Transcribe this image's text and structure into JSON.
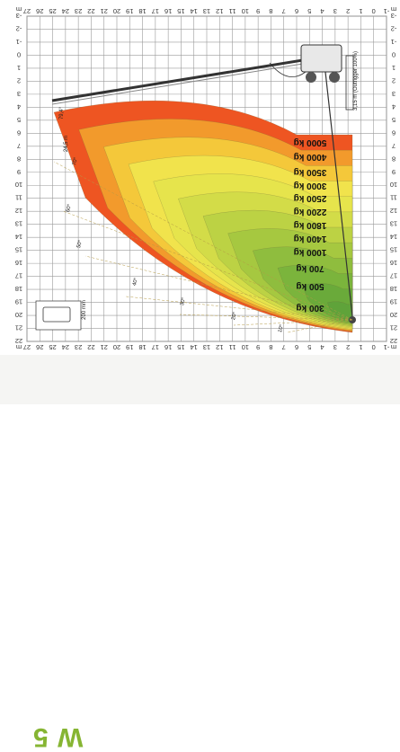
{
  "chart_data": {
    "type": "load-chart",
    "orientation": "rotated-180",
    "axis_unit": "m",
    "x_ticks": [
      "27",
      "26",
      "25",
      "24",
      "23",
      "22",
      "21",
      "20",
      "19",
      "18",
      "17",
      "16",
      "15",
      "14",
      "13",
      "12",
      "11",
      "10",
      "9",
      "8",
      "7",
      "6",
      "5",
      "4",
      "3",
      "2",
      "1",
      "0",
      "-1"
    ],
    "y_ticks": [
      "-3",
      "-2",
      "-1",
      "0",
      "1",
      "2",
      "3",
      "4",
      "5",
      "6",
      "7",
      "8",
      "9",
      "10",
      "11",
      "12",
      "13",
      "14",
      "15",
      "16",
      "17",
      "18",
      "19",
      "20",
      "21",
      "22"
    ],
    "load_zones": [
      {
        "label": "5000 kg",
        "color": "#5fa33a"
      },
      {
        "label": "4000 kg",
        "color": "#6aaa3a"
      },
      {
        "label": "3500 kg",
        "color": "#7bb43c"
      },
      {
        "label": "3000 kg",
        "color": "#8fbd3e"
      },
      {
        "label": "2500 kg",
        "color": "#a6c840"
      },
      {
        "label": "2200 kg",
        "color": "#bcd244"
      },
      {
        "label": "1800 kg",
        "color": "#d3dc48"
      },
      {
        "label": "1400 kg",
        "color": "#e6e44c"
      },
      {
        "label": "1000 kg",
        "color": "#f1e34c"
      },
      {
        "label": "700 kg",
        "color": "#f4c83a"
      },
      {
        "label": "500 kg",
        "color": "#f29a2c"
      },
      {
        "label": "300 kg",
        "color": "#ee5522"
      }
    ],
    "angles": [
      "70°",
      "60°",
      "50°",
      "40°",
      "30°",
      "20°",
      "10°"
    ],
    "annotations": [
      "79,4°",
      "24,5 m",
      "200 mm",
      "3,15 m (Outrigger 100%)"
    ]
  },
  "footer": {
    "model": "W 5"
  }
}
